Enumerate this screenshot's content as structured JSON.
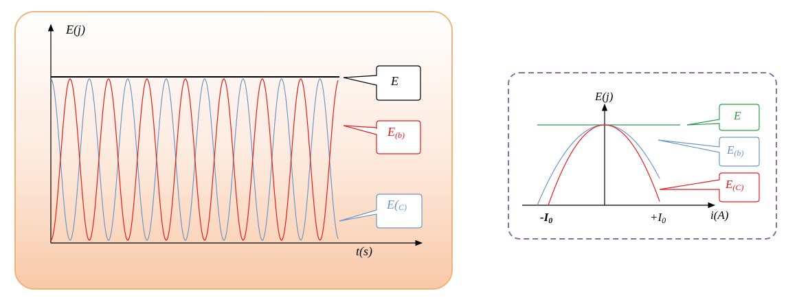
{
  "left_panel": {
    "y_axis_label": "E(j)",
    "x_axis_label": "t(s)",
    "callouts": {
      "total": {
        "main": "E",
        "sub": ""
      },
      "b": {
        "main": "E",
        "sub": "(b)"
      },
      "c": {
        "main": "E(",
        "sub": "C)"
      }
    }
  },
  "right_panel": {
    "y_axis_label": "E(j)",
    "x_axis_label": "i(A)",
    "tick_neg": {
      "main": "-I",
      "sub": "0"
    },
    "tick_pos": {
      "main": "+I",
      "sub": "0"
    },
    "callouts": {
      "total": {
        "main": "E",
        "sub": ""
      },
      "b": {
        "main": "E",
        "sub": "(b)"
      },
      "c": {
        "main": "E",
        "sub": "(C)"
      }
    }
  },
  "colors": {
    "total": "#000000",
    "total_right": "#2e9a4a",
    "b": "#e41a1a",
    "c": "#6b96c8",
    "panel_border": "#f2b27a",
    "dash_border": "#8a6aa8"
  }
}
